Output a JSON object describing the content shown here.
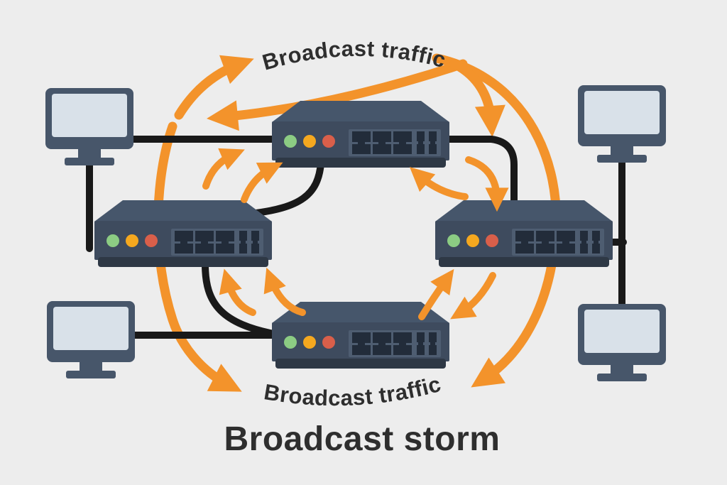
{
  "title": {
    "text": "Broadcast storm"
  },
  "labels": {
    "top_arc": "Broadcast traffic",
    "bottom_arc": "Broadcast traffic"
  },
  "colors": {
    "background": "#EDEDED",
    "text": "#2E2E2E",
    "orange": "#F3932B",
    "cable": "#191919",
    "switch_top": "#46566B",
    "switch_front": "#3E4B5E",
    "switch_bottom": "#2E3845",
    "port_panel": "#4E5D71",
    "port_dark": "#222C3A",
    "led_green": "#8CCC83",
    "led_amber": "#F5A81F",
    "led_red": "#D95F4A",
    "monitor_frame": "#47566A",
    "monitor_screen": "#D9E1E9"
  },
  "network": {
    "switches": [
      {
        "id": "switch-top",
        "leds": [
          "green",
          "amber",
          "red"
        ]
      },
      {
        "id": "switch-left",
        "leds": [
          "green",
          "amber",
          "red"
        ]
      },
      {
        "id": "switch-right",
        "leds": [
          "green",
          "amber",
          "red"
        ]
      },
      {
        "id": "switch-bottom",
        "leds": [
          "green",
          "amber",
          "red"
        ]
      }
    ],
    "computers": [
      "computer-top-left",
      "computer-bottom-left",
      "computer-top-right",
      "computer-bottom-right"
    ],
    "links": [
      "computer-top-left to switch-top",
      "computer-top-left to switch-left",
      "switch-left to switch-top",
      "switch-top to switch-right",
      "switch-right to right computers",
      "switch-left to switch-bottom",
      "computer-bottom-left to switch-bottom"
    ]
  }
}
